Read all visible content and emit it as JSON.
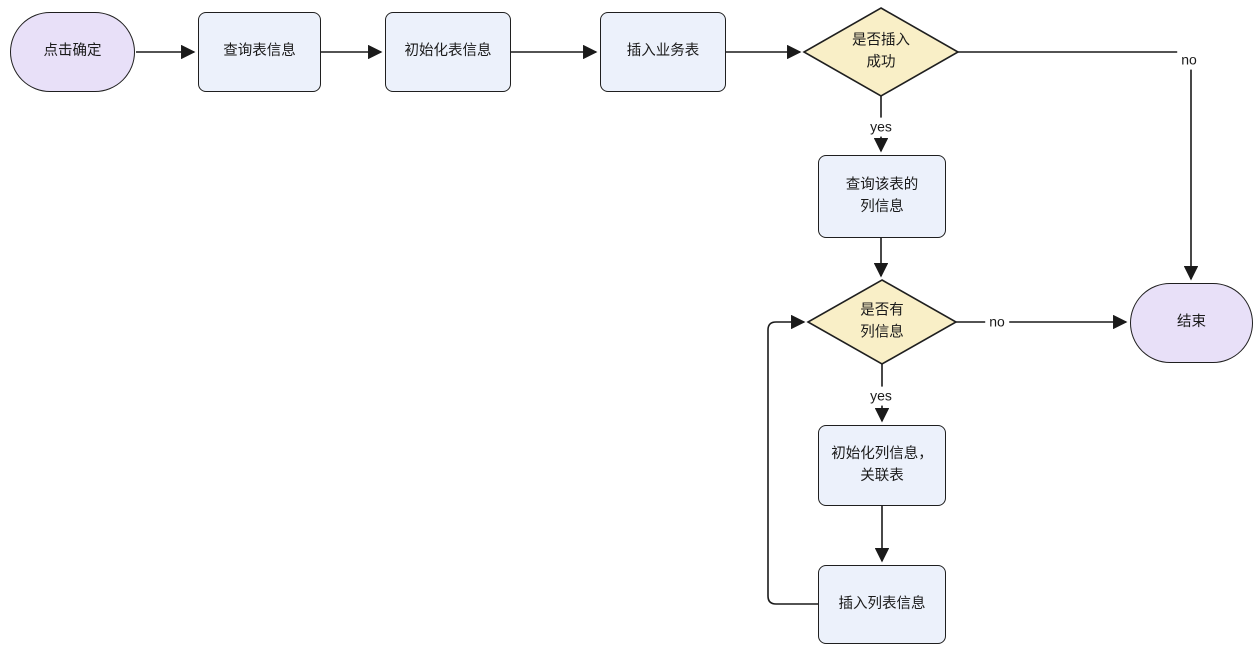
{
  "diagram": {
    "nodes": {
      "start": {
        "label": "点击确定",
        "type": "terminal"
      },
      "query_table": {
        "label": "查询表信息",
        "type": "process"
      },
      "init_table": {
        "label": "初始化表信息",
        "type": "process"
      },
      "insert_business": {
        "label": "插入业务表",
        "type": "process"
      },
      "insert_success": {
        "label": "是否插入\n成功",
        "type": "decision"
      },
      "query_columns": {
        "label": "查询该表的\n列信息",
        "type": "process"
      },
      "has_columns": {
        "label": "是否有\n列信息",
        "type": "decision"
      },
      "init_columns": {
        "label": "初始化列信息，\n关联表",
        "type": "process"
      },
      "insert_columns": {
        "label": "插入列表信息",
        "type": "process"
      },
      "end": {
        "label": "结束",
        "type": "terminal"
      }
    },
    "edge_labels": {
      "insert_success_no": "no",
      "insert_success_yes": "yes",
      "has_columns_no": "no",
      "has_columns_yes": "yes"
    },
    "colors": {
      "terminal_fill": "#e8e0f8",
      "process_fill": "#ecf1fb",
      "decision_fill": "#f9efc7",
      "node_border": "#1f1f1f",
      "edge_line": "#1a1a1a"
    }
  }
}
